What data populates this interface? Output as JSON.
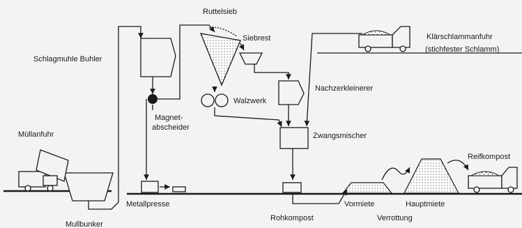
{
  "labels": {
    "ruttelsieb": "Ruttelsieb",
    "siebrest": "Siebrest",
    "schlagmuhle": "Schlagmuhle Buhler",
    "klarschlamm_1": "Klärschlammanfuhr",
    "klarschlamm_2": "(stichfester Schlamm)",
    "walzwerk": "Walzwerk",
    "nachzerkleinerer": "Nachzerkleinerer",
    "magnet_1": "Magnet-",
    "magnet_2": "abscheider",
    "mullanfuhr": "Müllanfuhr",
    "zwangsmischer": "Zwangsmischer",
    "reifkompost": "Reifkompost",
    "metallpresse": "Metallpresse",
    "vormiete": "Vormiete",
    "hauptmiete": "Hauptmiete",
    "rohkompost": "Rohkompost",
    "verrottung": "Verrottung",
    "mullbunker": "Mullbunker"
  },
  "colors": {
    "ink": "#1a1a1a",
    "paper": "#f3f3f1"
  }
}
